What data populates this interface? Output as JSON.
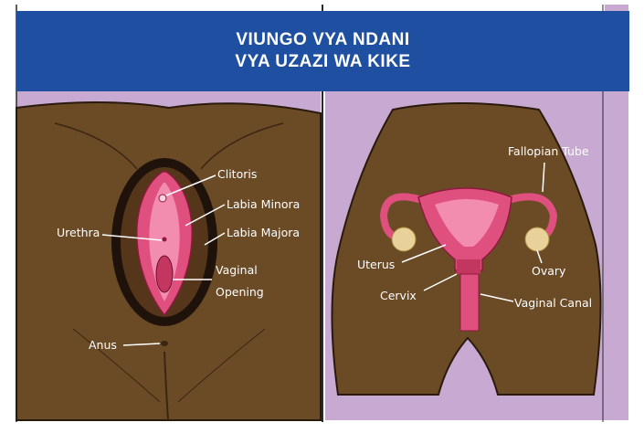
{
  "title": {
    "line1": "VIUNGO VYA NDANI",
    "line2": "VYA UZAZI WA KIKE"
  },
  "left_panel": {
    "labels": {
      "clitoris": "Clitoris",
      "labia_minora": "Labia Minora",
      "urethra": "Urethra",
      "labia_majora": "Labia Majora",
      "vaginal_opening_1": "Vaginal",
      "vaginal_opening_2": "Opening",
      "anus": "Anus"
    }
  },
  "right_panel": {
    "labels": {
      "fallopian_tube": "Fallopian Tube",
      "uterus": "Uterus",
      "ovary": "Ovary",
      "cervix": "Cervix",
      "vaginal_canal": "Vaginal Canal"
    }
  },
  "colors": {
    "background_panel": "#c7a9d2",
    "header": "#1e4fa0",
    "skin": "#6b4a26",
    "tissue_pink": "#e0507e",
    "tissue_light": "#f28db0",
    "ovary": "#e8d29a",
    "label_text": "#ffffff"
  }
}
